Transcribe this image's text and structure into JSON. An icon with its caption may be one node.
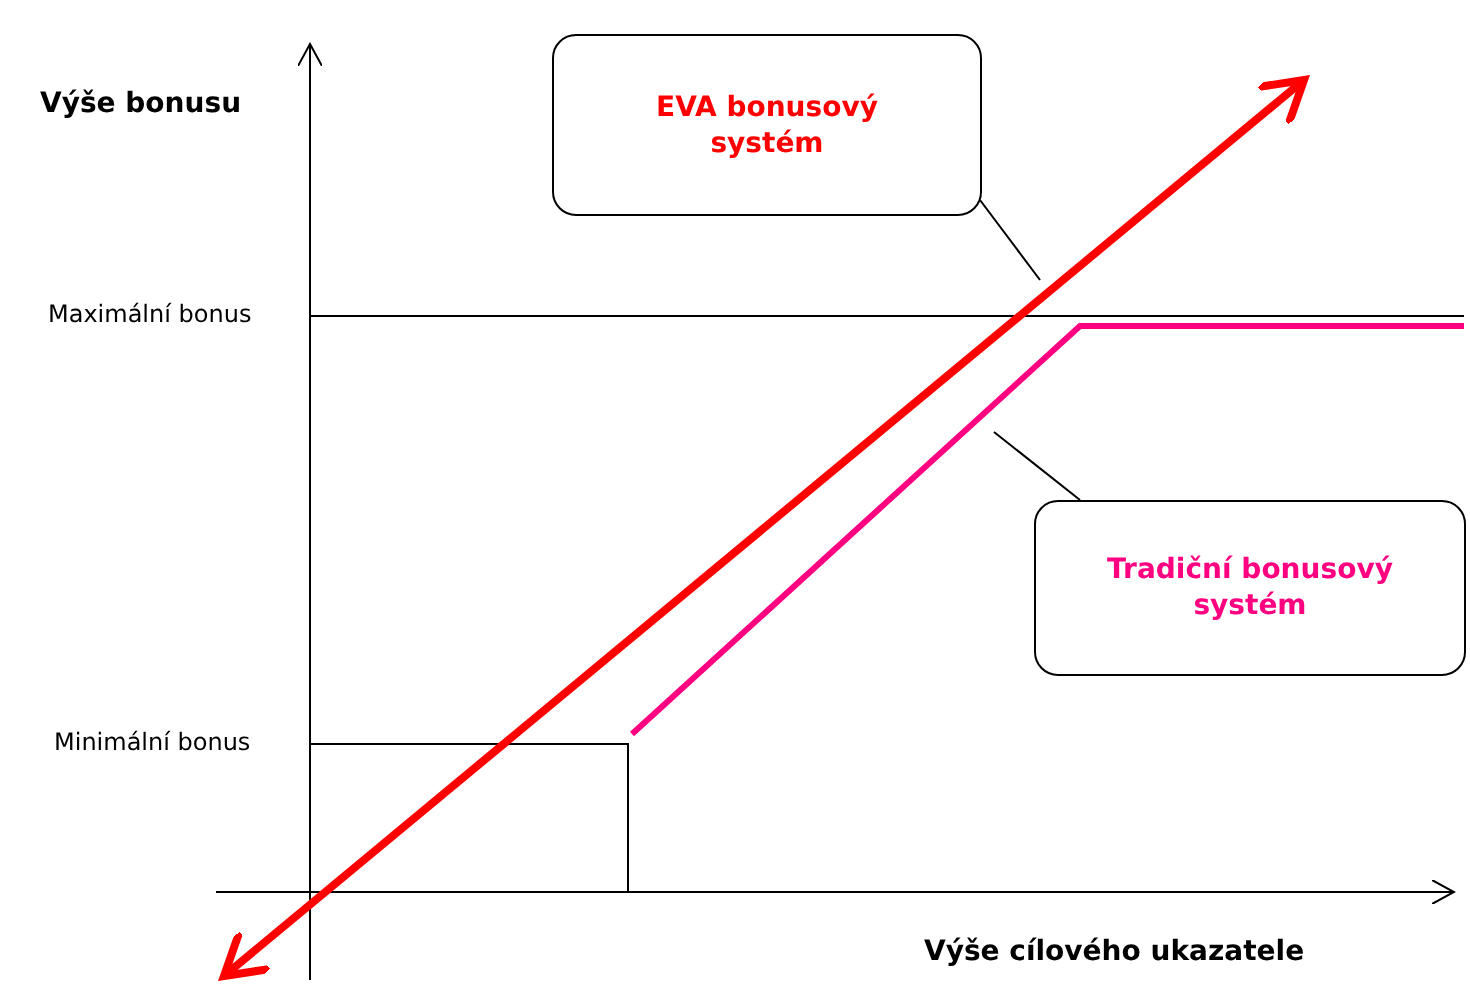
{
  "diagram": {
    "nodes": [
      {
        "text": [
          "EVA bonusový systém"
        ]
      },
      {
        "text": [
          "Tradiční bonusový systém"
        ]
      }
    ],
    "edges": [
      {
        "from": 0,
        "to": null,
        "arrow": "none"
      },
      {
        "from": 1,
        "to": null,
        "arrow": "none"
      }
    ],
    "labels": [
      "Výše bonusu",
      "Maximální bonus",
      "Minimální bonus",
      "Výše cílového ukazatele"
    ]
  }
}
